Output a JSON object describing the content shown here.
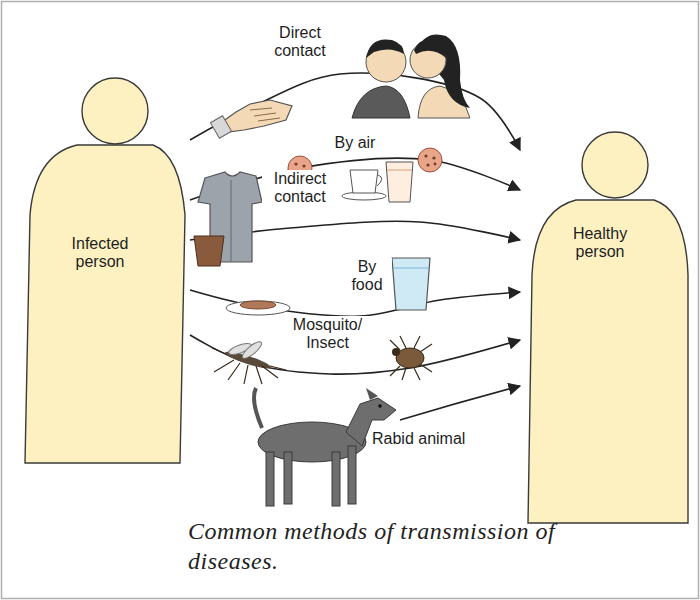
{
  "diagram": {
    "caption": "Common methods of transmission of diseases.",
    "nodes": [
      {
        "text": [
          "Infected person"
        ]
      },
      {
        "text": [
          "Healthy person"
        ]
      }
    ],
    "edges": [
      {
        "from": 0,
        "to": 1,
        "arrow": "to",
        "label": "Direct contact"
      },
      {
        "from": 0,
        "to": 1,
        "arrow": "to",
        "label": "By air"
      },
      {
        "from": 0,
        "to": 1,
        "arrow": "to",
        "label": "Indirect contact"
      },
      {
        "from": 0,
        "to": 1,
        "arrow": "to",
        "label": "By food"
      },
      {
        "from": 0,
        "to": 1,
        "arrow": "to",
        "label": "Mosquito/ Insect"
      }
    ],
    "labels": [
      "Rabid animal"
    ]
  }
}
